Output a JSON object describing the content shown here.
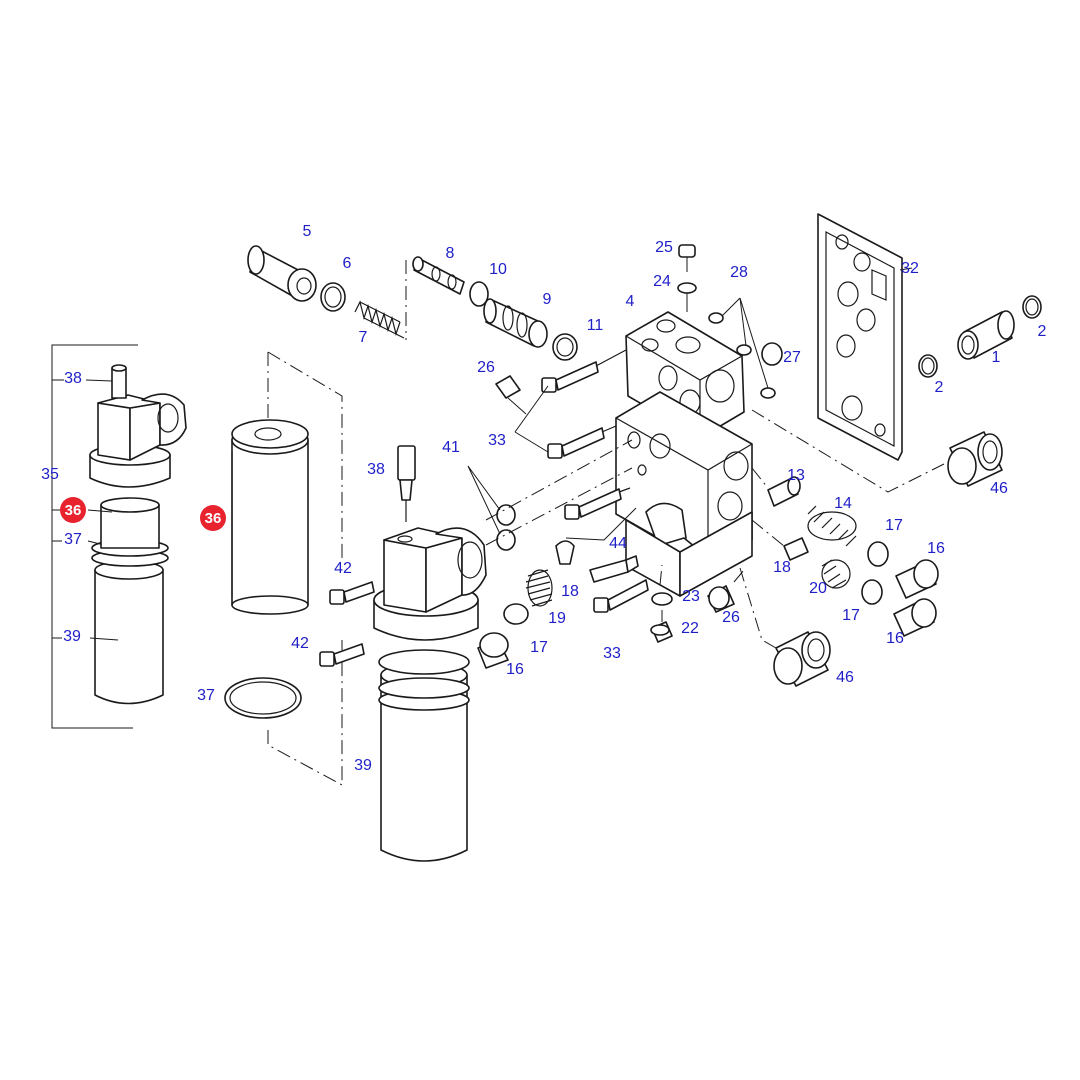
{
  "colors": {
    "callout_text": "#1f1fc8",
    "highlight_badge": "#e8232e",
    "highlight_text": "#ffffff",
    "line": "#1a1a1a",
    "background": "#ffffff"
  },
  "callouts": [
    {
      "id": "c1",
      "label": "1"
    },
    {
      "id": "c2a",
      "label": "2"
    },
    {
      "id": "c2b",
      "label": "2"
    },
    {
      "id": "c4",
      "label": "4"
    },
    {
      "id": "c5",
      "label": "5"
    },
    {
      "id": "c6",
      "label": "6"
    },
    {
      "id": "c7",
      "label": "7"
    },
    {
      "id": "c8",
      "label": "8"
    },
    {
      "id": "c9",
      "label": "9"
    },
    {
      "id": "c10",
      "label": "10"
    },
    {
      "id": "c11",
      "label": "11"
    },
    {
      "id": "c13",
      "label": "13"
    },
    {
      "id": "c14",
      "label": "14"
    },
    {
      "id": "c16a",
      "label": "16"
    },
    {
      "id": "c16b",
      "label": "16"
    },
    {
      "id": "c16c",
      "label": "16"
    },
    {
      "id": "c17a",
      "label": "17"
    },
    {
      "id": "c17b",
      "label": "17"
    },
    {
      "id": "c17c",
      "label": "17"
    },
    {
      "id": "c18a",
      "label": "18"
    },
    {
      "id": "c18b",
      "label": "18"
    },
    {
      "id": "c19",
      "label": "19"
    },
    {
      "id": "c20",
      "label": "20"
    },
    {
      "id": "c22",
      "label": "22"
    },
    {
      "id": "c23",
      "label": "23"
    },
    {
      "id": "c24",
      "label": "24"
    },
    {
      "id": "c25",
      "label": "25"
    },
    {
      "id": "c26a",
      "label": "26"
    },
    {
      "id": "c26b",
      "label": "26"
    },
    {
      "id": "c27",
      "label": "27"
    },
    {
      "id": "c28",
      "label": "28"
    },
    {
      "id": "c32",
      "label": "32"
    },
    {
      "id": "c33a",
      "label": "33"
    },
    {
      "id": "c33b",
      "label": "33"
    },
    {
      "id": "c35",
      "label": "35"
    },
    {
      "id": "c37a",
      "label": "37"
    },
    {
      "id": "c37b",
      "label": "37"
    },
    {
      "id": "c38a",
      "label": "38"
    },
    {
      "id": "c38b",
      "label": "38"
    },
    {
      "id": "c39a",
      "label": "39"
    },
    {
      "id": "c39b",
      "label": "39"
    },
    {
      "id": "c41",
      "label": "41"
    },
    {
      "id": "c42a",
      "label": "42"
    },
    {
      "id": "c42b",
      "label": "42"
    },
    {
      "id": "c44",
      "label": "44"
    },
    {
      "id": "c46a",
      "label": "46"
    },
    {
      "id": "c46b",
      "label": "46"
    }
  ],
  "highlighted": [
    {
      "id": "h36a",
      "label": "36"
    },
    {
      "id": "h36b",
      "label": "36"
    }
  ]
}
